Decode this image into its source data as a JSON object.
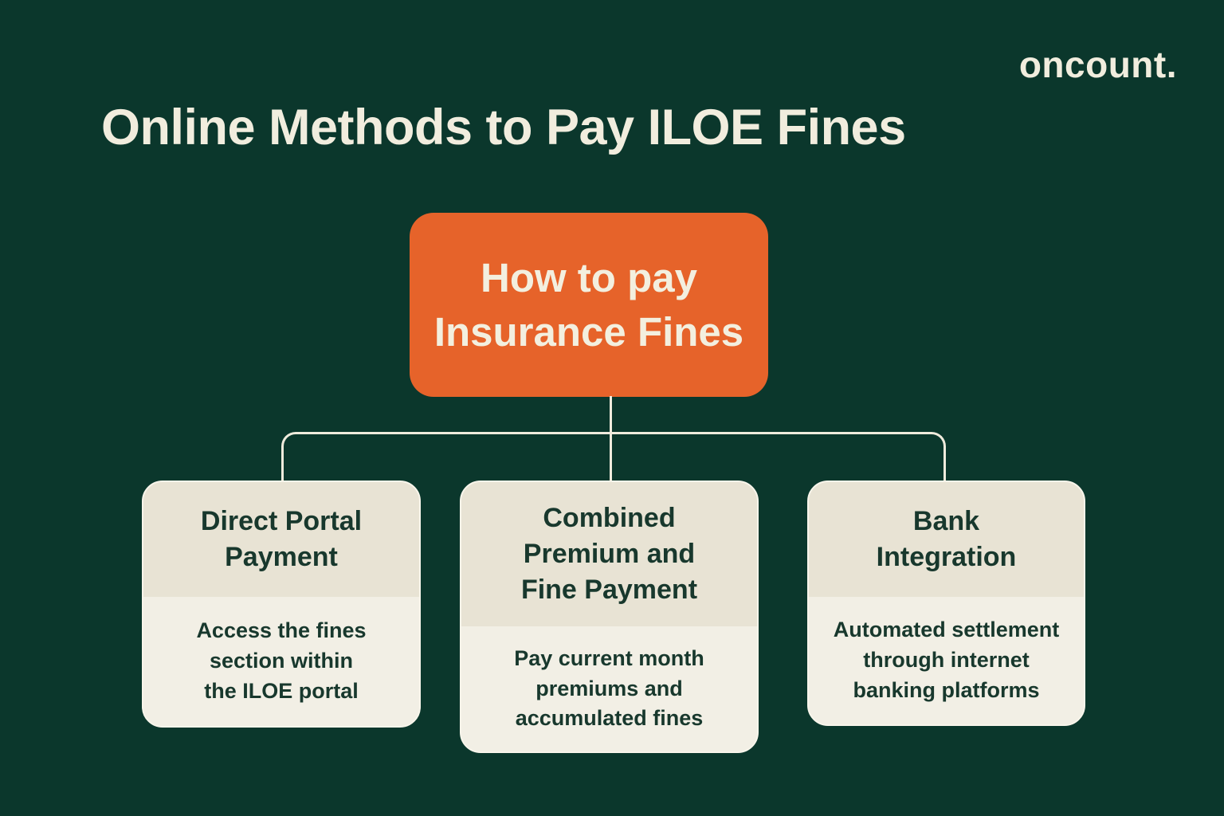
{
  "brand": {
    "logo_text": "oncount."
  },
  "header": {
    "title": "Online Methods to Pay ILOE Fines"
  },
  "colors": {
    "background": "#0B372C",
    "accent_orange": "#E6632A",
    "cream_text": "#F1EDDE",
    "card_header_bg": "#E8E3D4",
    "card_body_bg": "#F2EFE5",
    "dark_green_text": "#18382D",
    "connector_line": "#EFEBDC"
  },
  "diagram": {
    "root": {
      "label": "How to pay\nInsurance Fines"
    },
    "nodes": [
      {
        "title": "Direct Portal\nPayment",
        "description": "Access the fines\nsection within\nthe ILOE portal"
      },
      {
        "title": "Combined\nPremium and\nFine Payment",
        "description": "Pay current month\npremiums and\naccumulated fines"
      },
      {
        "title": "Bank\nIntegration",
        "description": "Automated settlement\nthrough internet\nbanking platforms"
      }
    ]
  }
}
